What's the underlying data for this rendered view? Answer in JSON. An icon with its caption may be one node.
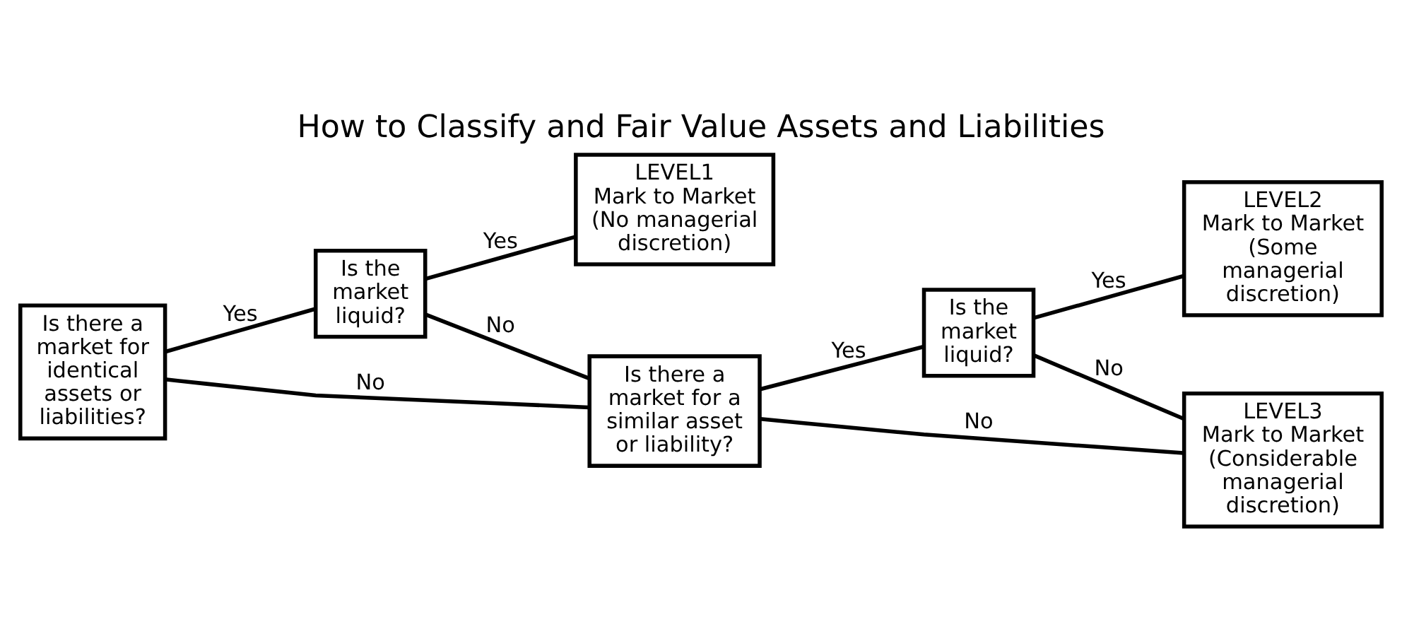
{
  "diagram": {
    "title": "How to Classify and Fair Value Assets and Liabilities",
    "nodes": [
      {
        "text": [
          "Is there a market for identical assets or liabilities?"
        ]
      },
      {
        "text": [
          "Is the market liquid?"
        ]
      },
      {
        "text": [
          "Is there a market for a similar asset or liability?"
        ]
      },
      {
        "text": [
          "Is the market liquid?"
        ]
      },
      {
        "text": [
          "LEVEL1",
          "Mark to Market (No managerial discretion)"
        ]
      },
      {
        "text": [
          "LEVEL2",
          "Mark to Market (Some managerial discretion)"
        ]
      },
      {
        "text": [
          "LEVEL3",
          "Mark to Market (Considerable managerial discretion)"
        ]
      }
    ],
    "edges": [
      {
        "from": 0,
        "to": 1,
        "arrow": "none",
        "label": "Yes"
      },
      {
        "from": 0,
        "to": 2,
        "arrow": "none",
        "label": "No"
      },
      {
        "from": 1,
        "to": 4,
        "arrow": "none",
        "label": "Yes"
      },
      {
        "from": 1,
        "to": 2,
        "arrow": "none",
        "label": "No"
      },
      {
        "from": 2,
        "to": 3,
        "arrow": "none",
        "label": "Yes"
      },
      {
        "from": 2,
        "to": 6,
        "arrow": "none",
        "label": "No"
      },
      {
        "from": 3,
        "to": 5,
        "arrow": "none",
        "label": "Yes"
      },
      {
        "from": 3,
        "to": 6,
        "arrow": "none",
        "label": "No"
      }
    ]
  }
}
